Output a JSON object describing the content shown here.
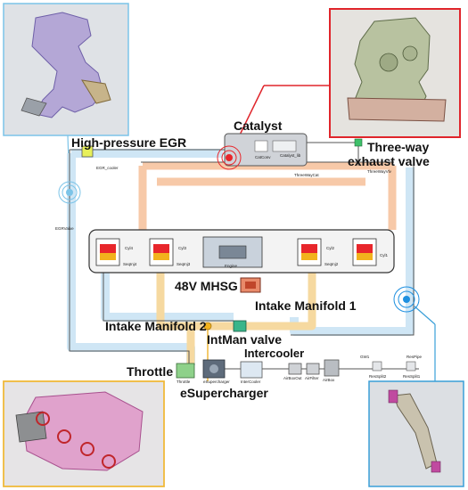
{
  "labels": {
    "high_pressure_egr": "High-pressure EGR",
    "catalyst": "Catalyst",
    "three_way_exhaust_valve_line1": "Three-way",
    "three_way_exhaust_valve_line2": "exhaust valve",
    "mhsg": "48V MHSG",
    "intake_manifold_1": "Intake Manifold 1",
    "intake_manifold_2": "Intake Manifold 2",
    "intman_valve": "IntMan valve",
    "intercooler": "Intercooler",
    "throttle": "Throttle",
    "esupercharger": "eSupercharger"
  },
  "small_labels": {
    "egr_cooler": "EGR_cooler",
    "catconv": "CatConv",
    "catalyst_lib": "Catalyst_lib",
    "threewaycat": "ThreeWayCat",
    "threewayvlv": "ThreeWayVlv",
    "egrvalve": "EGRValve",
    "cyl4": "Cyl4",
    "cyl3": "Cyl3",
    "cyl2": "Cyl2",
    "cyl1": "Cyl1",
    "seqinj4": "SeqInj4",
    "seqinj3": "SeqInj3",
    "seqinj2": "SeqInj2",
    "engine": "Engine",
    "throttle_small": "Throttle",
    "esupercharger_small": "eSupercharger",
    "intercooler_small": "InterCooler",
    "airboxout": "AirBoxOut",
    "airfilter": "AirFilter",
    "airbox": "AirBox",
    "gw1": "GW1",
    "respipe": "ResPipe",
    "ressplit2": "ResSplit2",
    "ressplit1": "ResSplit1"
  },
  "colors": {
    "egr_frame": "#7cc4e8",
    "catalyst_frame": "#e0252b",
    "manifold_frame": "#f0b93a",
    "exhaust_frame": "#3a9fd8",
    "hot_gas": "#f7c9a8",
    "cool_gas": "#cfe6f5",
    "intake_gas": "#f6d9a0",
    "marker_red": "#e8262b",
    "marker_blue": "#1e90e0",
    "marker_yellow": "#f2b21d"
  }
}
